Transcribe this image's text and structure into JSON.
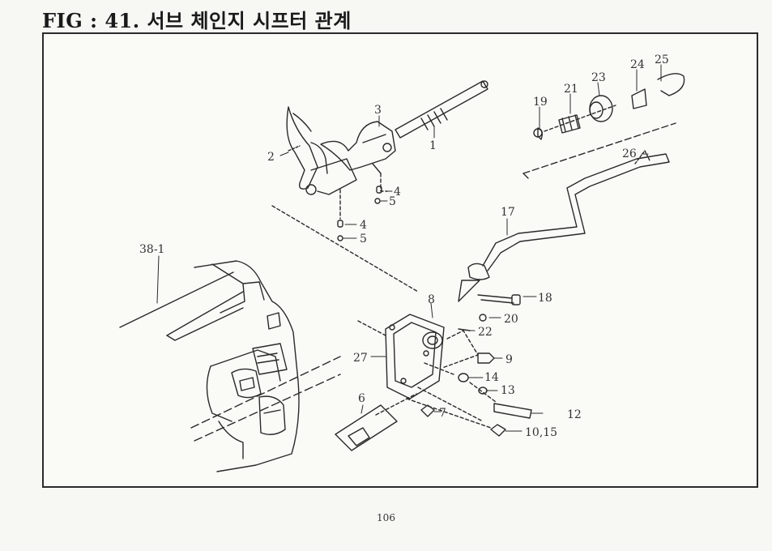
{
  "title": "FIG : 41. 서브 체인지 시프터 관계",
  "page_number": "106",
  "callouts": {
    "c1": "1",
    "c2": "2",
    "c3": "3",
    "c4a": "4",
    "c5a": "5",
    "c4b": "4",
    "c5b": "5",
    "c6": "6",
    "c7": "7",
    "c8": "8",
    "c9": "9",
    "c10_15": "10,15",
    "c12": "12",
    "c13": "13",
    "c14": "14",
    "c17": "17",
    "c18": "18",
    "c19": "19",
    "c20": "20",
    "c21": "21",
    "c22": "22",
    "c23": "23",
    "c24": "24",
    "c25": "25",
    "c26": "26",
    "c27": "27",
    "c38_1": "38-1"
  }
}
